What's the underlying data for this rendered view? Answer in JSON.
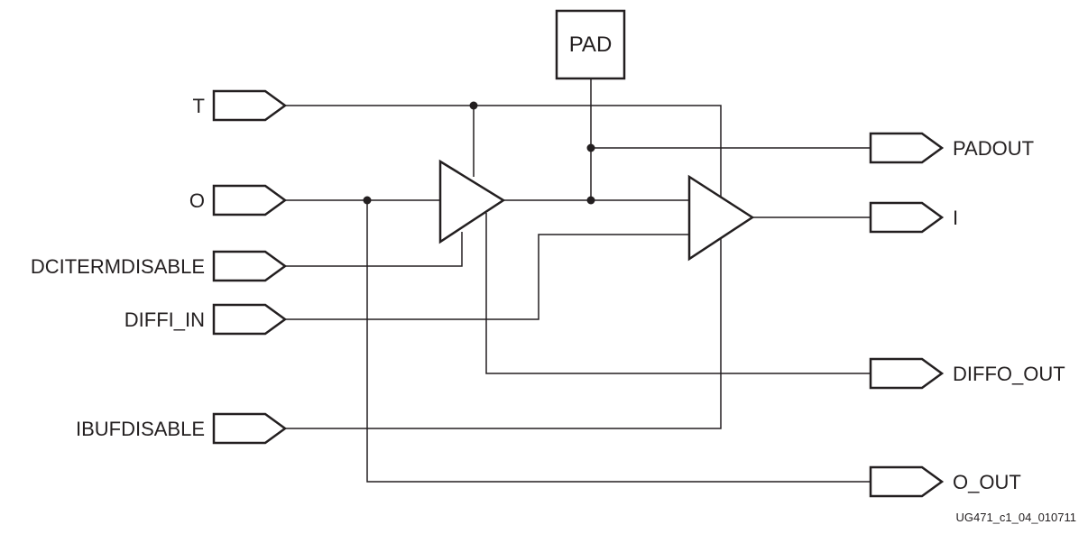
{
  "pad": {
    "label": "PAD"
  },
  "inputs": {
    "t": "T",
    "o": "O",
    "dcitermdisable": "DCITERMDISABLE",
    "diffi_in": "DIFFI_IN",
    "ibufdisable": "IBUFDISABLE"
  },
  "outputs": {
    "padout": "PADOUT",
    "i": "I",
    "diffo_out": "DIFFO_OUT",
    "o_out": "O_OUT"
  },
  "figure_id": "UG471_c1_04_010711"
}
